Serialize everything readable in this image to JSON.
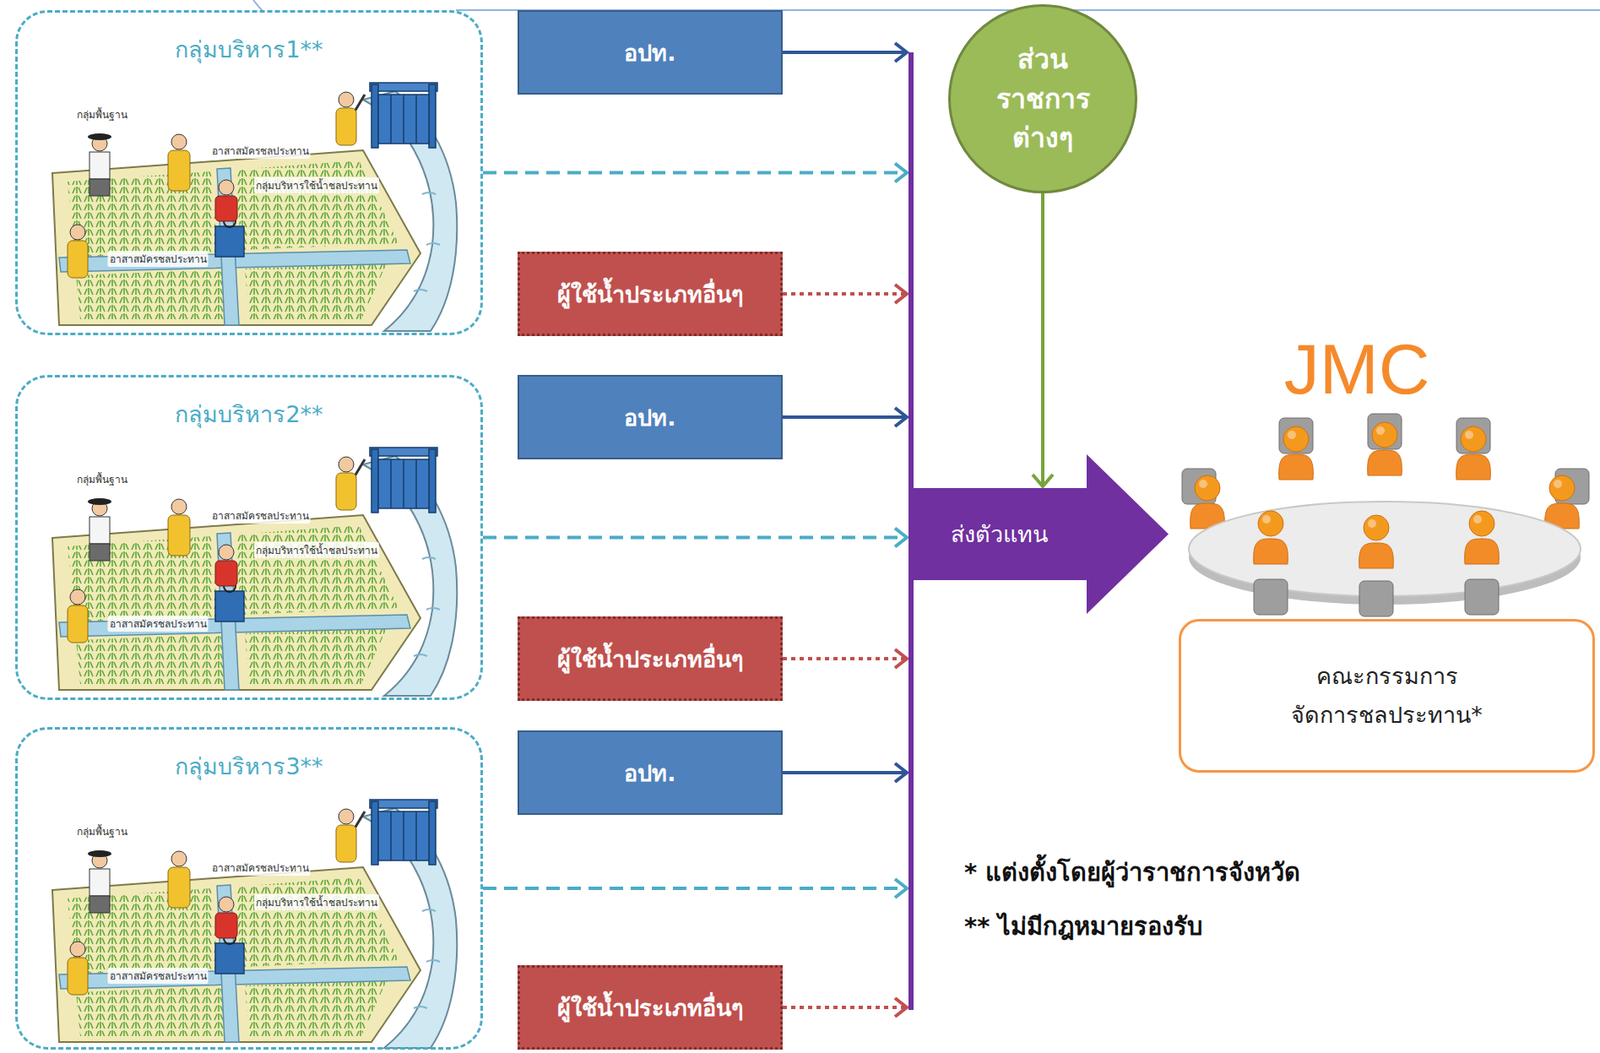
{
  "diagram": {
    "nodes": [
      {
        "text": [
          "กลุ่มบริหาร1**"
        ]
      },
      {
        "text": [
          "อปท."
        ]
      },
      {
        "text": [
          "ผู้ใช้น้ำประเภทอื่นๆ"
        ]
      },
      {
        "text": [
          "กลุ่มบริหาร2**"
        ]
      },
      {
        "text": [
          "อปท."
        ]
      },
      {
        "text": [
          "ผู้ใช้น้ำประเภทอื่นๆ"
        ]
      },
      {
        "text": [
          "กลุ่มบริหาร3**"
        ]
      },
      {
        "text": [
          "อปท."
        ]
      },
      {
        "text": [
          "ผู้ใช้น้ำประเภทอื่นๆ"
        ]
      },
      {
        "text": [
          "ส่วน ราชการ ต่างๆ"
        ]
      },
      {
        "text": [
          "ส่งตัวแทน"
        ]
      },
      {
        "text": [
          "คณะกรรมการ จัดการชลประทาน*"
        ]
      }
    ],
    "edges": [
      {
        "from": 0,
        "to": 10,
        "arrow": "to"
      },
      {
        "from": 1,
        "to": 10,
        "arrow": "to"
      },
      {
        "from": 2,
        "to": 10,
        "arrow": "to"
      },
      {
        "from": 3,
        "to": 10,
        "arrow": "to"
      },
      {
        "from": 4,
        "to": 10,
        "arrow": "to"
      },
      {
        "from": 5,
        "to": 10,
        "arrow": "to"
      },
      {
        "from": 6,
        "to": 10,
        "arrow": "to"
      },
      {
        "from": 7,
        "to": 10,
        "arrow": "to"
      },
      {
        "from": 8,
        "to": 10,
        "arrow": "to"
      },
      {
        "from": 9,
        "to": 10,
        "arrow": "to"
      }
    ],
    "labels": [
      "กลุ่มพื้นฐาน",
      "อาสาสมัครชลประทาน",
      "กลุ่มบริหารใช้น้ำชลประทาน",
      "อาสาสมัครชลประทาน",
      "กลุ่มพื้นฐาน",
      "อาสาสมัครชลประทาน",
      "กลุ่มบริหารใช้น้ำชลประทาน",
      "อาสาสมัครชลประทาน",
      "กลุ่มพื้นฐาน",
      "อาสาสมัครชลประทาน",
      "กลุ่มบริหารใช้น้ำชลประทาน",
      "อาสาสมัครชลประทาน",
      "JMC",
      "* แต่งตั้งโดยผู้ว่าราชการจังหวัด",
      "** ไม่มีกฎหมายรองรับ"
    ]
  }
}
